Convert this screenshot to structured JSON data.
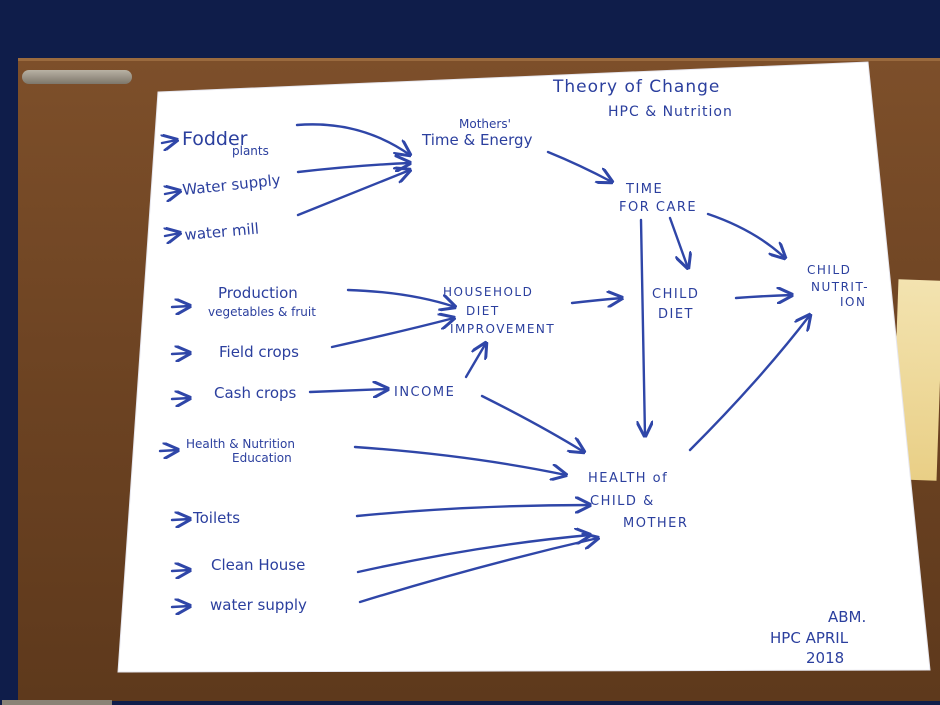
{
  "title": {
    "line1": "Theory of Change",
    "line2": "HPC & Nutrition"
  },
  "inputs": {
    "fodder": "Fodder",
    "fodder_sub": "plants",
    "water_supply_top": "Water supply",
    "water_mill": "water mill",
    "production": "Production",
    "production_sub": "vegetables & fruit",
    "field_crops": "Field crops",
    "cash_crops": "Cash crops",
    "health_nutrition": "Health & Nutrition",
    "health_nutrition_sub": "Education",
    "toilets": "Toilets",
    "clean_house": "Clean House",
    "water_supply_bottom": "water supply"
  },
  "nodes": {
    "mothers": "Mothers'",
    "time_energy": "Time & Energy",
    "time_for_care_1": "TIME",
    "time_for_care_2": "FOR CARE",
    "household_1": "HOUSEHOLD",
    "household_2": "DIET",
    "household_3": "IMPROVEMENT",
    "income": "INCOME",
    "child_diet_1": "CHILD",
    "child_diet_2": "DIET",
    "child_nutrition_1": "CHILD",
    "child_nutrition_2": "NUTRIT-",
    "child_nutrition_3": "ION",
    "health_1": "HEALTH of",
    "health_2": "CHILD &",
    "health_3": "MOTHER"
  },
  "signature": {
    "line1": "ABM.",
    "line2": "HPC APRIL",
    "line3": "2018"
  },
  "colors": {
    "ink": "#2b3f9e",
    "paper": "#ffffff",
    "board": "#6e4423",
    "background": "#0f1d4a"
  }
}
